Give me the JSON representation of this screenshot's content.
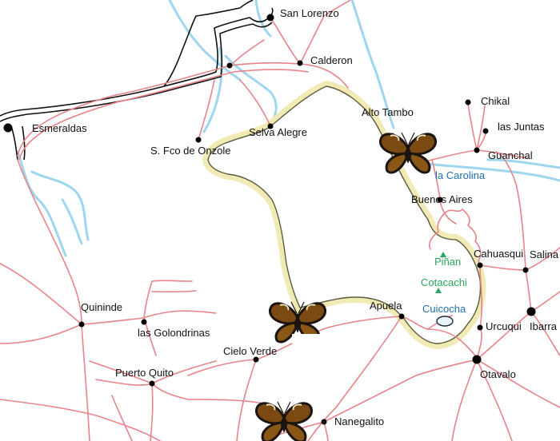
{
  "colors": {
    "road": "#e8838a",
    "river": "#9fd6ef",
    "coast": "#111111",
    "reserve_fill": "#f7f3c9",
    "reserve_border": "#5b5b3f",
    "lake": "#1c2a3a",
    "town": "#000000",
    "label_blue": "#1d6fae",
    "label_green": "#2aa55c"
  },
  "icons": {
    "butterfly": "butterfly-icon",
    "town": "town-dot-icon",
    "peak": "peak-triangle-icon"
  },
  "towns": [
    {
      "id": "san-lorenzo",
      "name": "San Lorenzo"
    },
    {
      "id": "calderon",
      "name": "Calderon"
    },
    {
      "id": "esmeraldas",
      "name": "Esmeraldas"
    },
    {
      "id": "alto-tambo",
      "name": "Alto Tambo"
    },
    {
      "id": "selva-alegre",
      "name": "Selva Alegre"
    },
    {
      "id": "s-fco-de-onzole",
      "name": "S. Fco de Onzole"
    },
    {
      "id": "chikal",
      "name": "Chikal"
    },
    {
      "id": "las-juntas",
      "name": "las Juntas"
    },
    {
      "id": "guanchal",
      "name": "Guanchal"
    },
    {
      "id": "la-carolina",
      "name": "la Carolina"
    },
    {
      "id": "buenos-aires",
      "name": "Buenos Aires"
    },
    {
      "id": "pinan",
      "name": "Piñan"
    },
    {
      "id": "cahuasqui",
      "name": "Cahuasqui"
    },
    {
      "id": "salinas",
      "name": "Salina"
    },
    {
      "id": "cotacachi",
      "name": "Cotacachi"
    },
    {
      "id": "cuicocha",
      "name": "Cuicocha"
    },
    {
      "id": "ibarra",
      "name": "Ibarra"
    },
    {
      "id": "urcuqui",
      "name": "Urcuqui"
    },
    {
      "id": "apuela",
      "name": "Apuela"
    },
    {
      "id": "otavalo",
      "name": "Otavalo"
    },
    {
      "id": "quininde",
      "name": "Quininde"
    },
    {
      "id": "las-golondrinas",
      "name": "las Golondrinas"
    },
    {
      "id": "cielo-verde",
      "name": "Cielo Verde"
    },
    {
      "id": "puerto-quito",
      "name": "Puerto Quito"
    },
    {
      "id": "nanegalito",
      "name": "Nanegalito"
    }
  ]
}
